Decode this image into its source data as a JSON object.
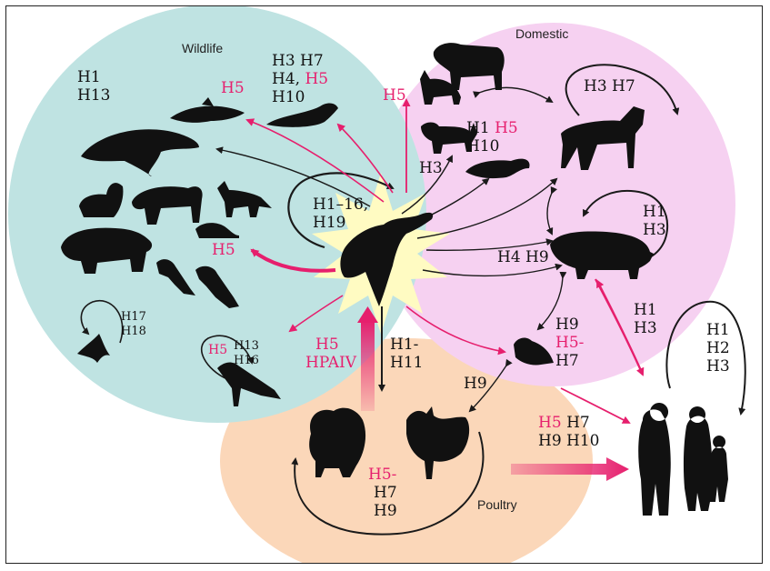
{
  "colors": {
    "wildlife": "#bfe3e2",
    "domestic": "#f6d1f1",
    "poultry": "#fbd7b9",
    "pink": "#e61f6d",
    "burst": "#fffbc2"
  },
  "regions": {
    "wildlife": "Wildlife",
    "domestic": "Domestic",
    "poultry": "Poultry"
  },
  "labels": {
    "whale": [
      "H1",
      "H13"
    ],
    "dolphin_h5": "H5",
    "seal_l1": "H3 H7",
    "seal_l2_a": "H4,",
    "seal_l2_b": "H5",
    "seal_l3": "H10",
    "mammals_h5": "H5",
    "bat": [
      "H17",
      "H18"
    ],
    "gull_h5": "H5",
    "gull": [
      "H13",
      "H16"
    ],
    "center_top": "H1–16,",
    "center_bottom": "H19",
    "hpai_a": "H5",
    "hpai_b": "HPAIV",
    "down_a": "H1-",
    "down_b": "H11",
    "cat_h5": "H5",
    "dog_h3": "H3",
    "ferret_a": "H1",
    "ferret_h5": "H5",
    "ferret_b": "H10",
    "horse": "H3 H7",
    "pig_loop": [
      "H1",
      "H3"
    ],
    "pig_in": "H4 H9",
    "pig_human": [
      "H1",
      "H3"
    ],
    "quail_a": "H9",
    "quail_b": "H5-",
    "quail_c": "H7",
    "poultry_quail": "H9",
    "poultry_a": "H5-",
    "poultry_b": "H7",
    "poultry_c": "H9",
    "human_in_a_pink": "H5",
    "human_in_a": "H7",
    "human_in_b": "H9 H10",
    "human_loop": [
      "H1",
      "H2",
      "H3"
    ]
  }
}
